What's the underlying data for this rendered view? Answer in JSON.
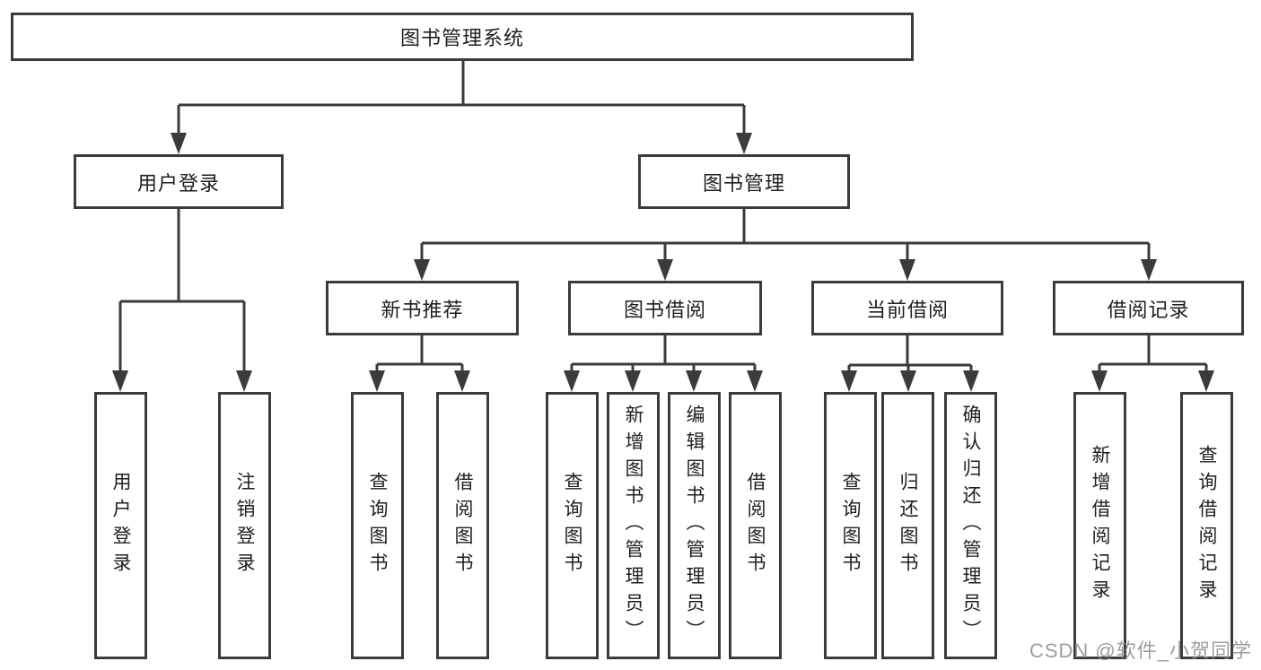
{
  "diagram": {
    "root": {
      "label": "图书管理系统"
    },
    "branches": [
      {
        "label": "用户登录",
        "children": [
          {
            "label": "用户登录"
          },
          {
            "label": "注销登录"
          }
        ]
      },
      {
        "label": "图书管理",
        "modules": [
          {
            "label": "新书推荐",
            "children": [
              {
                "label": "查询图书"
              },
              {
                "label": "借阅图书"
              }
            ]
          },
          {
            "label": "图书借阅",
            "children": [
              {
                "label": "查询图书"
              },
              {
                "label": "新增图书（管理员）"
              },
              {
                "label": "编辑图书（管理员）"
              },
              {
                "label": "借阅图书"
              }
            ]
          },
          {
            "label": "当前借阅",
            "children": [
              {
                "label": "查询图书"
              },
              {
                "label": "归还图书"
              },
              {
                "label": "确认归还（管理员）"
              }
            ]
          },
          {
            "label": "借阅记录",
            "children": [
              {
                "label": "新增借阅记录"
              },
              {
                "label": "查询借阅记录"
              }
            ]
          }
        ]
      }
    ]
  },
  "watermark": {
    "text": "CSDN @软件_小贺同学"
  },
  "colors": {
    "line": "#3b3b3b",
    "text": "#1f1f1f",
    "watermark": "#8c8c8c",
    "background": "#ffffff"
  }
}
